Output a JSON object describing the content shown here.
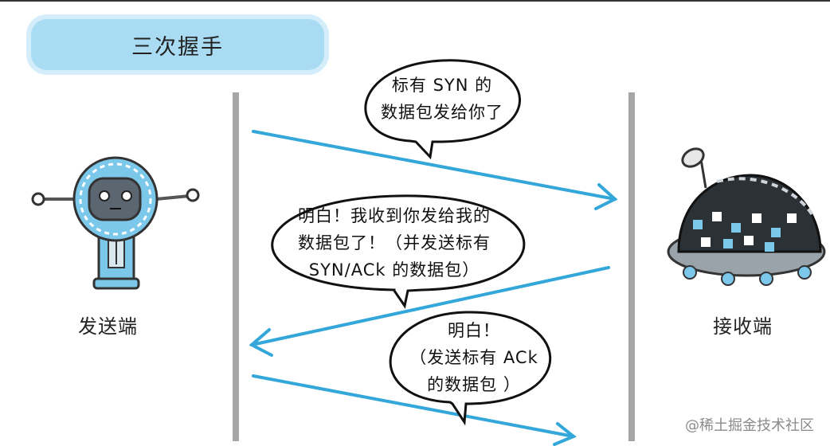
{
  "title": "三次握手",
  "sender": {
    "label": "发送端"
  },
  "receiver": {
    "label": "接收端"
  },
  "bubbles": [
    {
      "line1": "标有 SYN 的",
      "line2": "数据包发给你了"
    },
    {
      "line1": "明白！我收到你发给我的",
      "line2": "数据包了！（并发送标有",
      "line3": "SYN/ACk 的数据包）"
    },
    {
      "line1": "明白！",
      "line2": "（发送标有 ACk",
      "line3": "的数据包 ）"
    }
  ],
  "watermark": "@稀土掘金技术社区",
  "colors": {
    "arrow": "#33a7d9",
    "lane": "#a6a6a6",
    "title_fill": "#a9dcf2",
    "robot_blue": "#7cc8ea"
  }
}
